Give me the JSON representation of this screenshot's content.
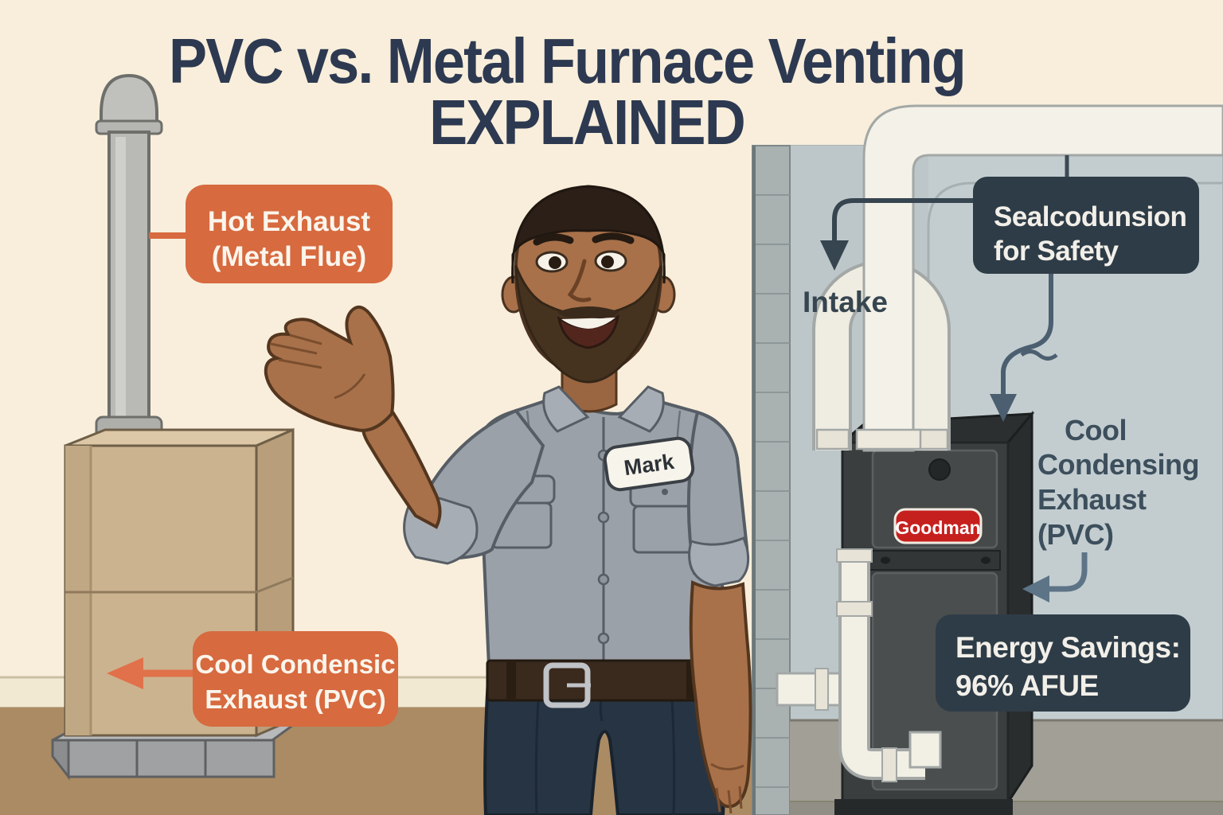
{
  "title": {
    "line1": "PVC vs. Metal Furnace Venting",
    "line2": "EXPLAINED"
  },
  "left_scene": {
    "hot_label": {
      "line1": "Hot Exhaust",
      "line2": "(Metal Flue)"
    },
    "cool_label": {
      "line1": "Cool Condensic",
      "line2": "Exhaust (PVC)"
    }
  },
  "right_scene": {
    "seal_callout": {
      "line1": "Sealcodunsion",
      "line2": "for Safety"
    },
    "intake_label": "Intake",
    "exhaust_note": {
      "line1": "Cool",
      "line2": "Condensing",
      "line3": "Exhaust",
      "line4": "(PVC)"
    },
    "energy_callout": {
      "line1": "Energy Savings:",
      "line2": "96% AFUE"
    },
    "furnace_brand": "Goodman"
  },
  "technician": {
    "name_tag": "Mark"
  },
  "colors": {
    "background_cream": "#f8eedb",
    "title_navy": "#2d3950",
    "accent_orange": "#d76a3f",
    "callout_dark": "#2e3c47",
    "annotation_slate": "#36454f",
    "arrow_steel": "#5d7487",
    "brand_red": "#c6201e",
    "wall_blue_gray": "#c3cdd0",
    "pipe_white": "#f4f1e8",
    "old_furnace_tan": "#ccb38f",
    "floor_brown": "#ab8b64"
  }
}
